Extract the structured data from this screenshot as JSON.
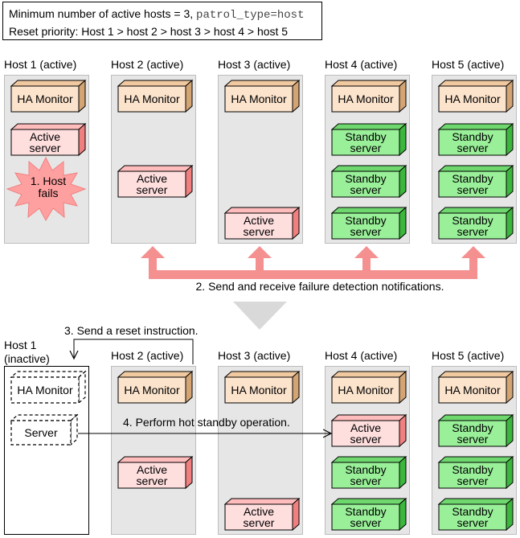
{
  "info": {
    "line1_prefix": "Minimum number of active hosts = 3, ",
    "line1_code": "patrol_type=host",
    "line2": "Reset priority: Host 1 > host 2 > host 3 > host 4 > host 5"
  },
  "top": {
    "hosts": [
      {
        "label": "Host 1 (active)"
      },
      {
        "label": "Host 2 (active)"
      },
      {
        "label": "Host 3 (active)"
      },
      {
        "label": "Host 4 (active)"
      },
      {
        "label": "Host 5 (active)"
      }
    ],
    "ha_monitor": "HA Monitor",
    "active_server": [
      "Active",
      "server"
    ],
    "standby_server": [
      "Standby",
      "server"
    ],
    "host_fails": [
      "1. Host",
      "fails"
    ],
    "notification": "2. Send and receive failure detection notifications."
  },
  "bottom": {
    "host1_label": [
      "Host 1",
      "(inactive)"
    ],
    "hosts": [
      {
        "label": "Host 2 (active)"
      },
      {
        "label": "Host 3 (active)"
      },
      {
        "label": "Host 4 (active)"
      },
      {
        "label": "Host 5 (active)"
      }
    ],
    "ha_monitor": "HA Monitor",
    "server": "Server",
    "active_server": [
      "Active",
      "server"
    ],
    "standby_server": [
      "Standby",
      "server"
    ],
    "reset_instruction": "3. Send a reset instruction.",
    "hot_standby": "4. Perform hot standby operation."
  },
  "colors": {
    "column_bg": "#e6e6e6",
    "ha_face": "#fbe3cc",
    "ha_side": "#d4a574",
    "active_face": "#ffdede",
    "active_side": "#f08080",
    "standby_face": "#99f099",
    "standby_side": "#3cb63c",
    "arrow": "#f59090"
  }
}
